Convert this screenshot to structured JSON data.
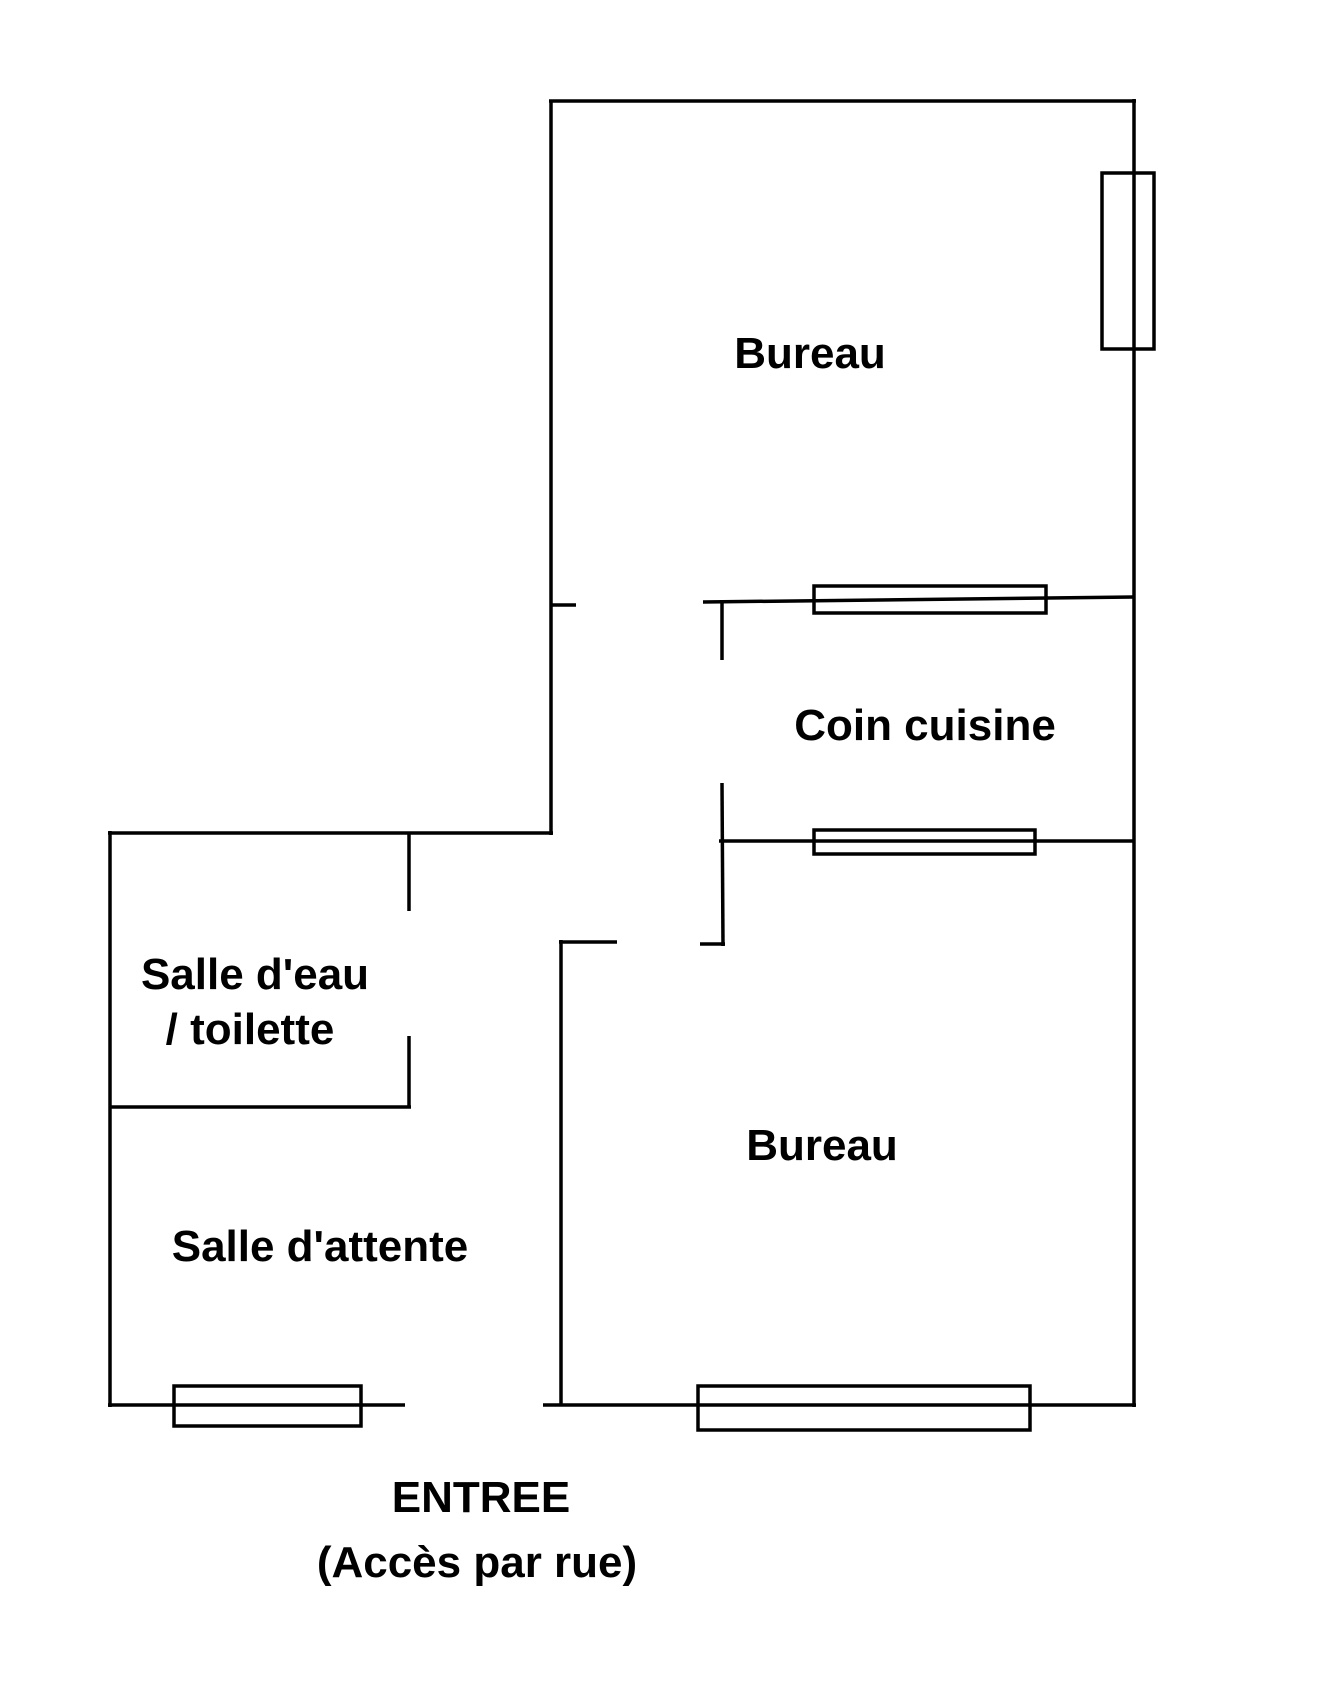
{
  "plan": {
    "rooms": {
      "bureau_top": "Bureau",
      "coin_cuisine": "Coin cuisine",
      "salle_eau_line1": "Salle d'eau",
      "salle_eau_line2": "/ toilette",
      "bureau_bottom": "Bureau",
      "salle_attente": "Salle d'attente"
    },
    "entrance": {
      "title": "ENTREE",
      "subtitle": "(Accès par rue)"
    },
    "colors": {
      "line": "#000000",
      "background": "#ffffff"
    }
  }
}
